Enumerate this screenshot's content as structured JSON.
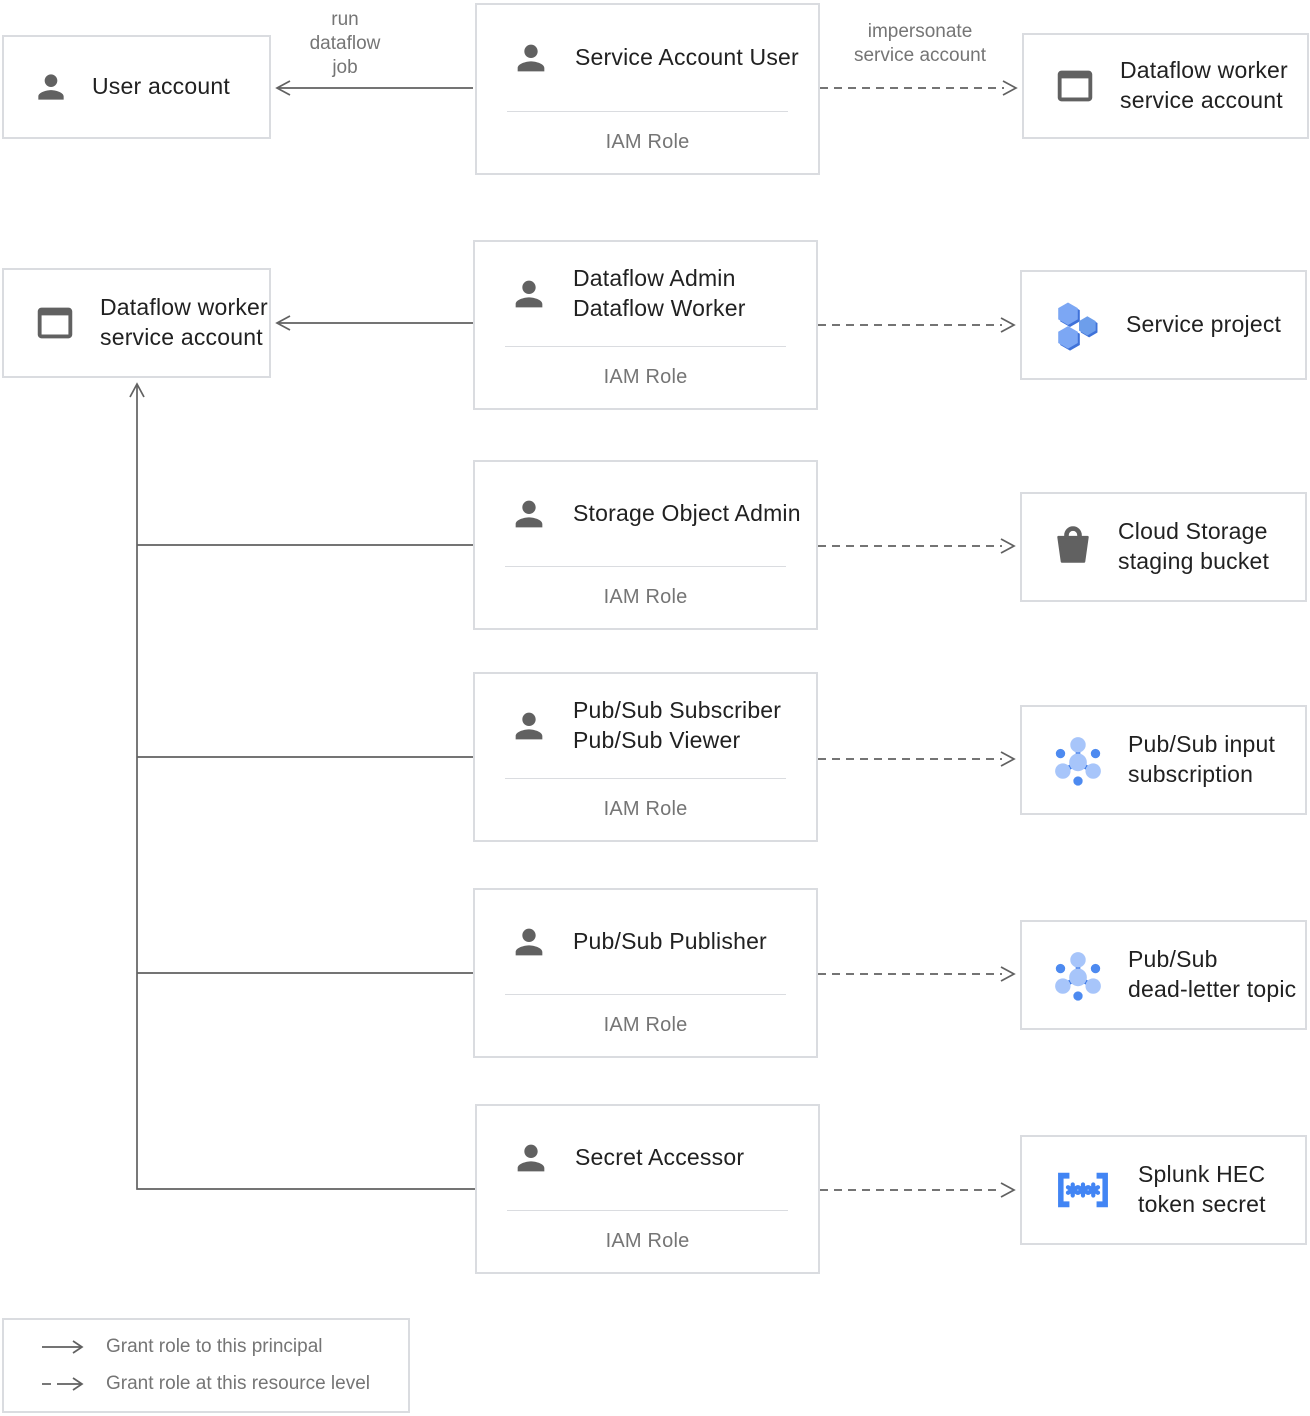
{
  "diagram": {
    "principals": {
      "user_account": "User account",
      "dataflow_worker_service_account": "Dataflow worker\nservice account"
    },
    "role_boxes": [
      {
        "title": "Service Account User",
        "footer": "IAM Role"
      },
      {
        "title": "Dataflow Admin\nDataflow Worker",
        "footer": "IAM Role"
      },
      {
        "title": "Storage Object Admin",
        "footer": "IAM Role"
      },
      {
        "title": "Pub/Sub Subscriber\nPub/Sub Viewer",
        "footer": "IAM Role"
      },
      {
        "title": "Pub/Sub Publisher",
        "footer": "IAM Role"
      },
      {
        "title": "Secret Accessor",
        "footer": "IAM Role"
      }
    ],
    "resources": [
      {
        "label": "Dataflow worker\nservice account",
        "icon": "service-account-icon"
      },
      {
        "label": "Service project",
        "icon": "project-icon"
      },
      {
        "label": "Cloud Storage\nstaging bucket",
        "icon": "bucket-icon"
      },
      {
        "label": "Pub/Sub input\nsubscription",
        "icon": "pubsub-icon"
      },
      {
        "label": "Pub/Sub\ndead-letter topic",
        "icon": "pubsub-icon"
      },
      {
        "label": "Splunk HEC\ntoken secret",
        "icon": "secret-icon"
      }
    ],
    "edge_labels": {
      "run_dataflow_job": "run\ndataflow\njob",
      "impersonate_service_account": "impersonate\nservice account"
    },
    "legend": {
      "solid": "Grant role to this principal",
      "dashed": "Grant role at this resource level"
    },
    "colors": {
      "box_border": "#dadce0",
      "text_primary": "#212121",
      "text_secondary": "#757575",
      "arrow": "#616161",
      "icon_gray": "#616161",
      "blue": "#4285f4",
      "blue_light": "#a7c5fa",
      "blue_mid": "#4d8af0",
      "hex_fill": "#7ca7f4",
      "hex_shadow": "#3f72d9"
    }
  }
}
